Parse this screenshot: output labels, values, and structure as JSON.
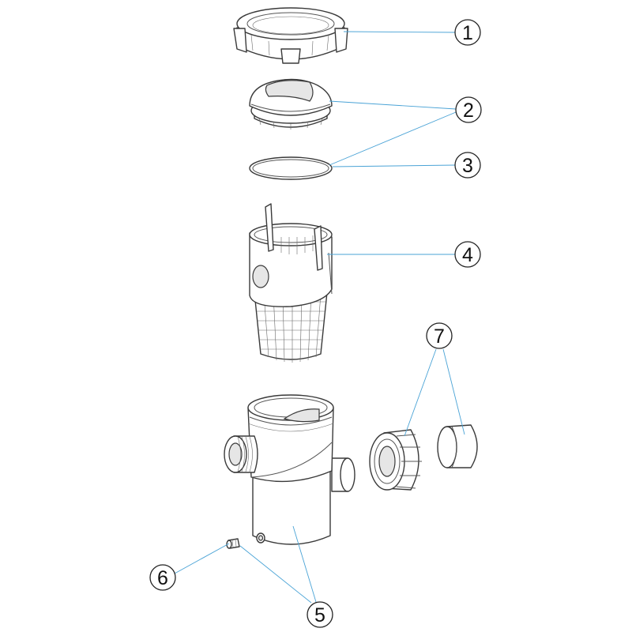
{
  "diagram": {
    "leader_color": "#4aa3d6",
    "callouts": [
      {
        "id": "1",
        "label": "1"
      },
      {
        "id": "2",
        "label": "2"
      },
      {
        "id": "3",
        "label": "3"
      },
      {
        "id": "4",
        "label": "4"
      },
      {
        "id": "5",
        "label": "5"
      },
      {
        "id": "6",
        "label": "6"
      },
      {
        "id": "7",
        "label": "7"
      }
    ]
  }
}
